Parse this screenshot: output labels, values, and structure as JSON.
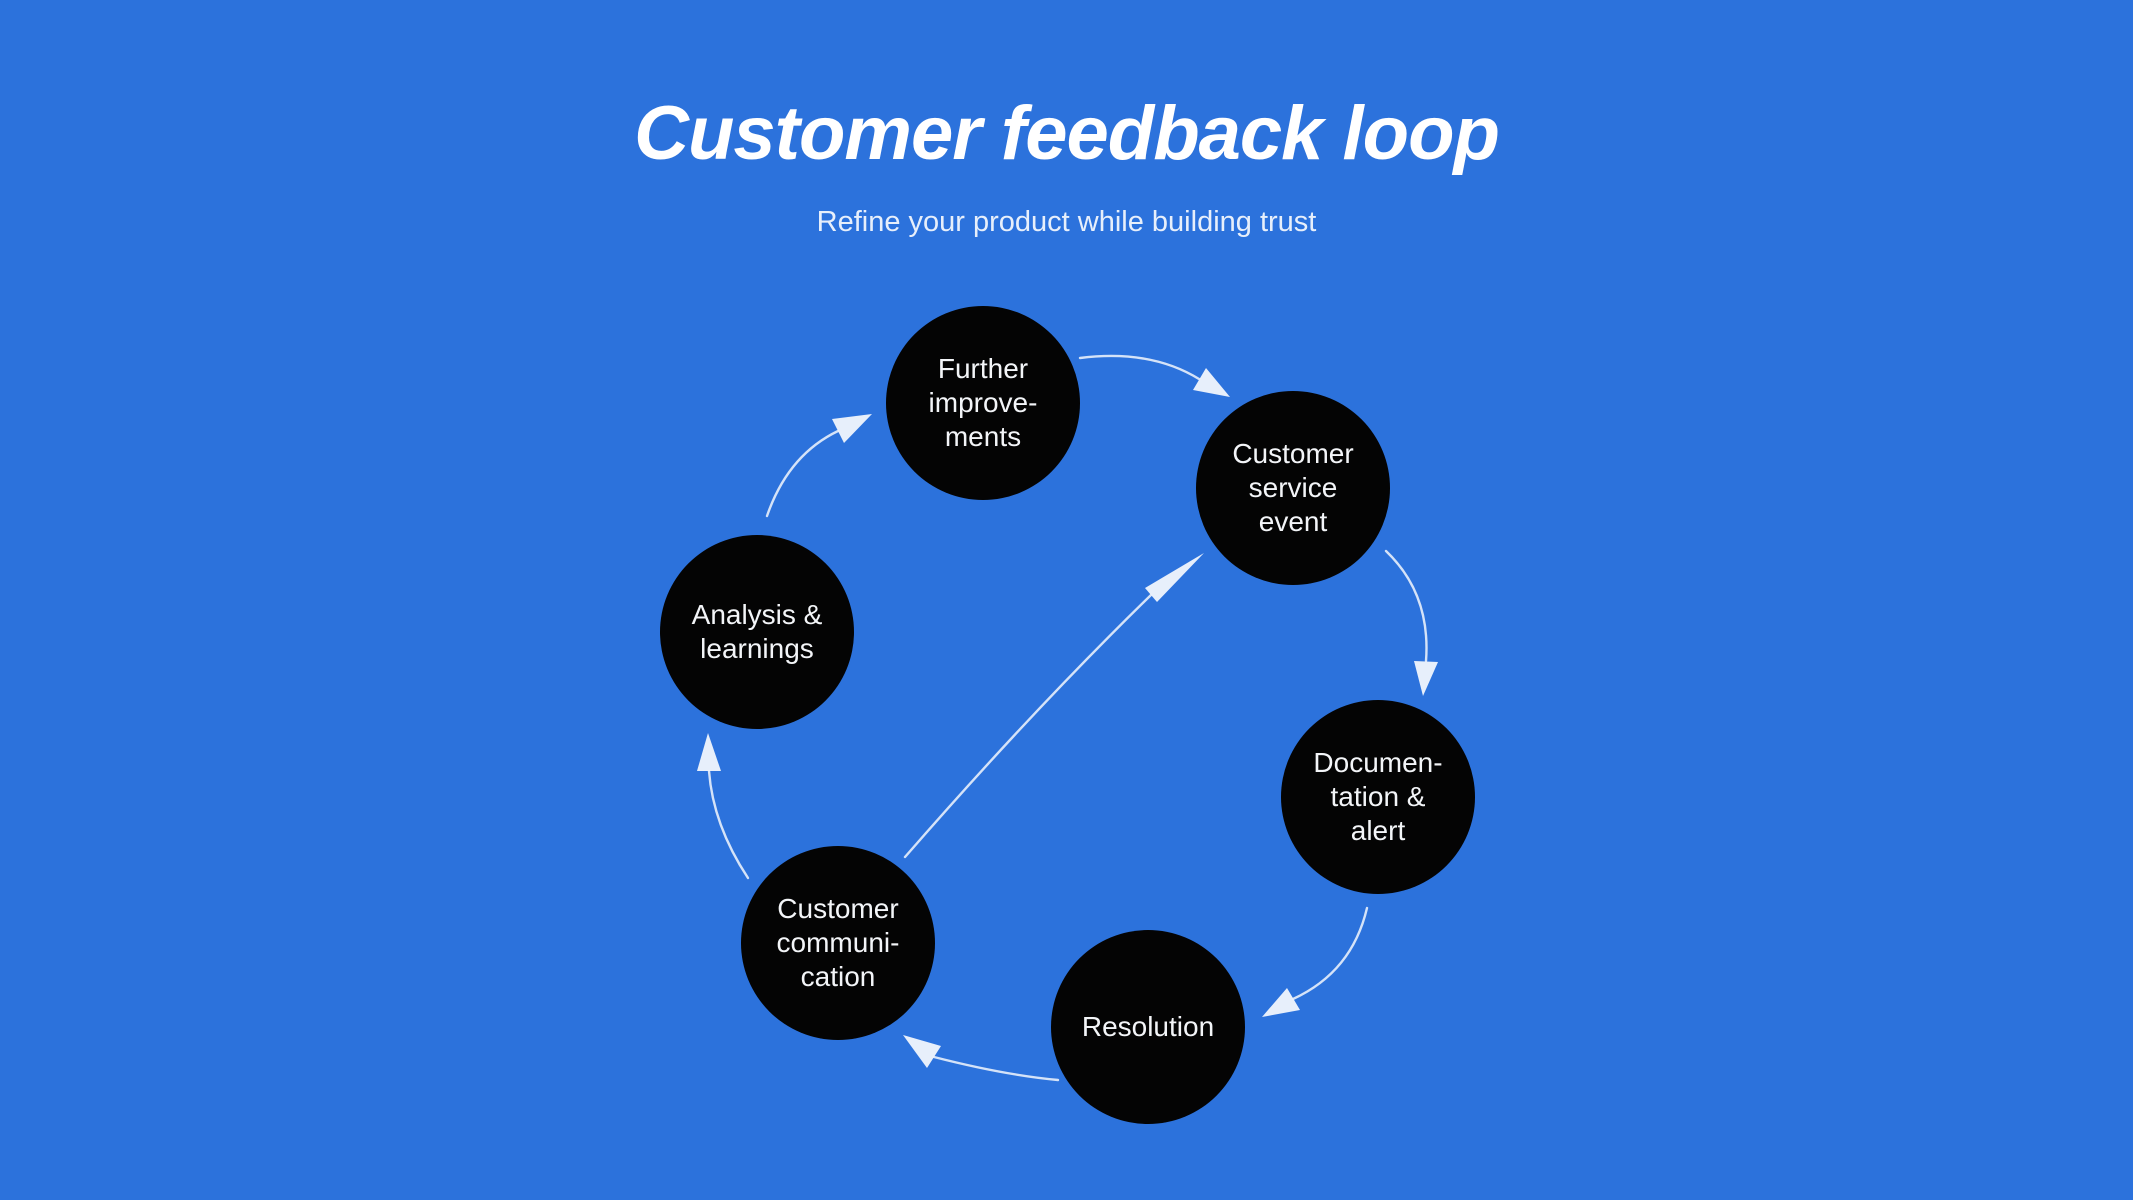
{
  "slide": {
    "title": "Customer feedback loop",
    "subtitle": "Refine your product while building trust"
  },
  "colors": {
    "background": "#2C72DC",
    "node_fill": "#040404",
    "node_text": "#F3F5F8",
    "title_text": "#FFFFFF",
    "subtitle_text": "#E7EFFB",
    "arrow": "#EDF3FC"
  },
  "diagram": {
    "nodes": [
      {
        "id": "further-improvements",
        "label": "Further\nimprove-\nments"
      },
      {
        "id": "customer-service-event",
        "label": "Customer\nservice\nevent"
      },
      {
        "id": "documentation-alert",
        "label": "Documen-\ntation &\nalert"
      },
      {
        "id": "resolution",
        "label": "Resolution"
      },
      {
        "id": "customer-communication",
        "label": "Customer\ncommuni-\ncation"
      },
      {
        "id": "analysis-learnings",
        "label": "Analysis &\nlearnings"
      }
    ],
    "connections": [
      {
        "from": "further-improvements",
        "to": "customer-service-event"
      },
      {
        "from": "customer-service-event",
        "to": "documentation-alert"
      },
      {
        "from": "documentation-alert",
        "to": "resolution"
      },
      {
        "from": "resolution",
        "to": "customer-communication"
      },
      {
        "from": "customer-communication",
        "to": "analysis-learnings"
      },
      {
        "from": "analysis-learnings",
        "to": "further-improvements"
      },
      {
        "from": "customer-communication",
        "to": "customer-service-event"
      }
    ]
  }
}
